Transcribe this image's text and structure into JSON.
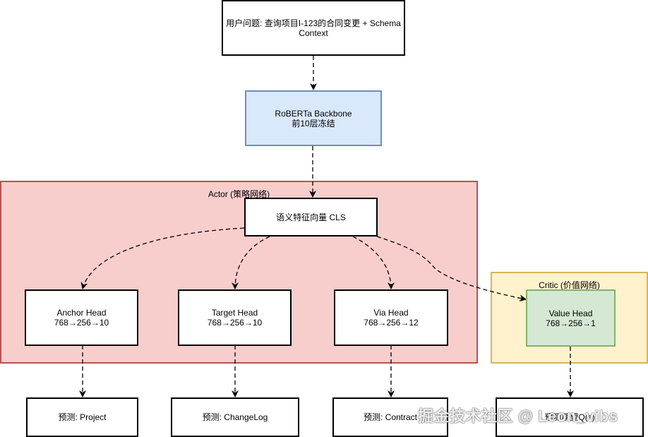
{
  "nodes": {
    "query": [
      "用户问题: 查询项目I-123的合同变更 + Schema",
      "Context"
    ],
    "backbone": [
      "RoBERTa Backbone",
      "前10层冻结"
    ],
    "cls": [
      "语义特征向量 CLS"
    ],
    "anchor_head": [
      "Anchor Head",
      "768→256→10"
    ],
    "target_head": [
      "Target Head",
      "768→256→10"
    ],
    "via_head": [
      "Via Head",
      "768→256→12"
    ],
    "value_head": [
      "Value Head",
      "768→256→1"
    ],
    "pred_project": [
      "预测: Project"
    ],
    "pred_changelog": [
      "预测: ChangeLog"
    ],
    "pred_contract": [
      "预测: Contract"
    ],
    "pred_value": [
      "预测期望Q(s)"
    ]
  },
  "groups": {
    "actor": "Actor (策略网络)",
    "critic": "Critic (价值网络)"
  },
  "watermark": "掘金技术社区 @ Leon_vibs"
}
